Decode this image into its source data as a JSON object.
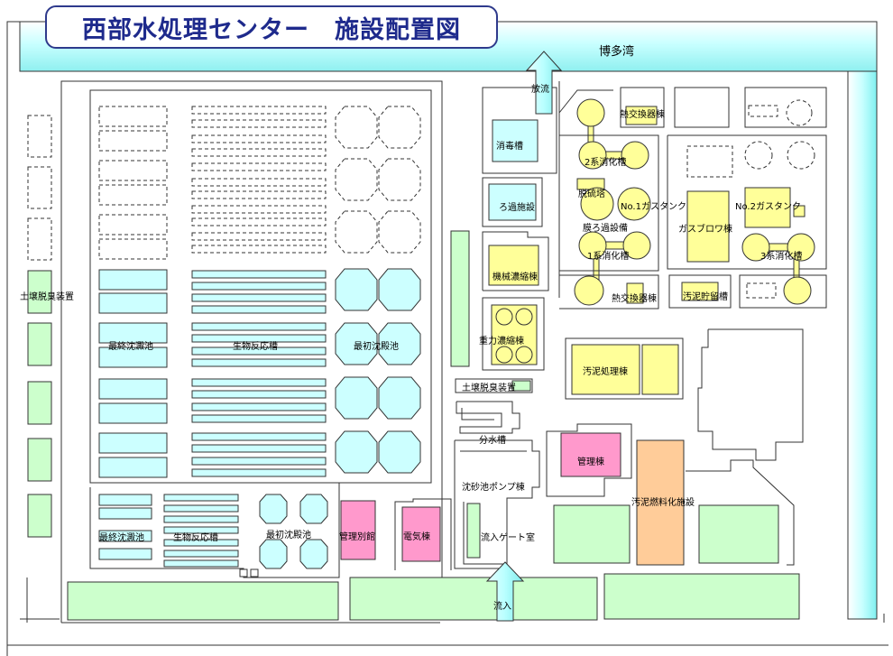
{
  "title": "西部水処理センター　施設配置図",
  "colors": {
    "water": "#c8ffff",
    "cyan_fill": "#ccffff",
    "green_fill": "#ccffcc",
    "yellow_fill": "#ffff99",
    "pink_fill": "#ff99cc",
    "orange_fill": "#ffcc99",
    "outline": "#333333",
    "title": "#1e2a8c"
  },
  "labels": {
    "hakata_bay": "博多湾",
    "discharge": "放流",
    "inflow": "流入",
    "disinfection": "消毒槽",
    "filtration": "ろ過施設",
    "mech_thickening": "機械濃縮棟",
    "gravity_thickening": "重力濃縮棟",
    "deodor_small": "土壌脱臭装置",
    "deodor_left": "土壌脱臭装置",
    "distribution": "分水槽",
    "grit_pump": "沈砂池ポンプ棟",
    "inflow_gate": "流入ゲート室",
    "admin_annex": "管理別館",
    "electric": "電気棟",
    "admin": "管理棟",
    "sludge_fuel": "汚泥燃料化施設",
    "sludge_treatment": "汚泥処理棟",
    "heat_exchanger_top": "熱交換器棟",
    "heat_exchanger_bottom": "熱交換器棟",
    "digester_2": "2系消化槽",
    "digester_1": "1系消化槽",
    "digester_3": "3系消化槽",
    "desulfurization": "脱硫塔",
    "gas_tank_1": "No.1ガスタンク",
    "gas_tank_2": "No.2ガスタンク",
    "membrane": "膜ろ過設備",
    "gas_blower": "ガスブロワ棟",
    "sludge_storage": "汚泥貯留槽",
    "final_sed_upper": "最終沈澱池",
    "bio_reactor_upper": "生物反応槽",
    "primary_sed_upper": "最初沈殿池",
    "final_sed_lower": "最終沈澱池",
    "bio_reactor_lower": "生物反応槽",
    "primary_sed_lower": "最初沈殿池"
  }
}
